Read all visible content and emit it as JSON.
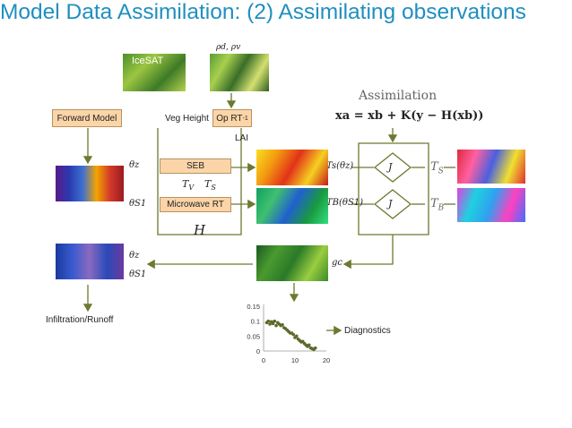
{
  "title": "Model Data Assimilation: (2) Assimilating observations",
  "labels": {
    "forward_model": "Forward Model",
    "veg_height": "Veg Height",
    "op_rt": "Op RT",
    "op_rt_sup": "-1",
    "lai": "LAI",
    "seb": "SEB",
    "microwave_rt": "Microwave RT",
    "h": "H",
    "tv": "T",
    "tv_sub": "V",
    "ts_mid": "T",
    "ts_mid_sub": "S",
    "assimilation": "Assimilation",
    "equation": "xa = xb + K(y − H(xb))",
    "infiltration": "Infiltration/Runoff",
    "diagnostics": "Diagnostics",
    "icesat": "IceSAT",
    "rho": "ρd, ρv",
    "j1": "J",
    "j2": "J",
    "ts_right": "T",
    "ts_right_sub": "S",
    "tb_right": "T",
    "tb_right_sub": "B",
    "ts_theta": "Ts(θz)",
    "tb_theta": "TB(θS1)",
    "gc": "gc",
    "theta_z_m": "θz",
    "theta_s1_m": "θS1",
    "theta_z_a": "θz",
    "theta_s1_a": "θS1"
  },
  "chart_data": {
    "type": "scatter",
    "x": [
      1,
      1.5,
      2,
      2.5,
      3,
      3.5,
      4,
      4.5,
      5,
      5.5,
      6,
      6.5,
      7,
      7.5,
      8,
      8.5,
      9,
      9.5,
      10,
      10.5,
      11,
      11.5,
      12,
      12.5,
      13,
      13.5,
      14,
      14.5,
      15,
      15.5,
      16,
      16.5
    ],
    "y": [
      0.095,
      0.1,
      0.09,
      0.098,
      0.092,
      0.1,
      0.085,
      0.095,
      0.09,
      0.085,
      0.088,
      0.078,
      0.075,
      0.07,
      0.065,
      0.06,
      0.06,
      0.055,
      0.045,
      0.05,
      0.04,
      0.035,
      0.03,
      0.032,
      0.025,
      0.02,
      0.015,
      0.02,
      0.01,
      0.008,
      0.005,
      0.01
    ],
    "yticks": [
      "0.15",
      "0.1",
      "0.05",
      "0"
    ],
    "xticks": [
      "0",
      "10",
      "20"
    ],
    "xlim": [
      0,
      20
    ],
    "ylim": [
      0,
      0.15
    ],
    "xlabel": "",
    "ylabel": "",
    "title": ""
  },
  "colors": {
    "title": "#1f8fc0",
    "box_fill": "#fbd5a8",
    "box_border": "#b8935f",
    "arrow": "#6b7a30",
    "scatter_point": "#5a6a2a"
  }
}
